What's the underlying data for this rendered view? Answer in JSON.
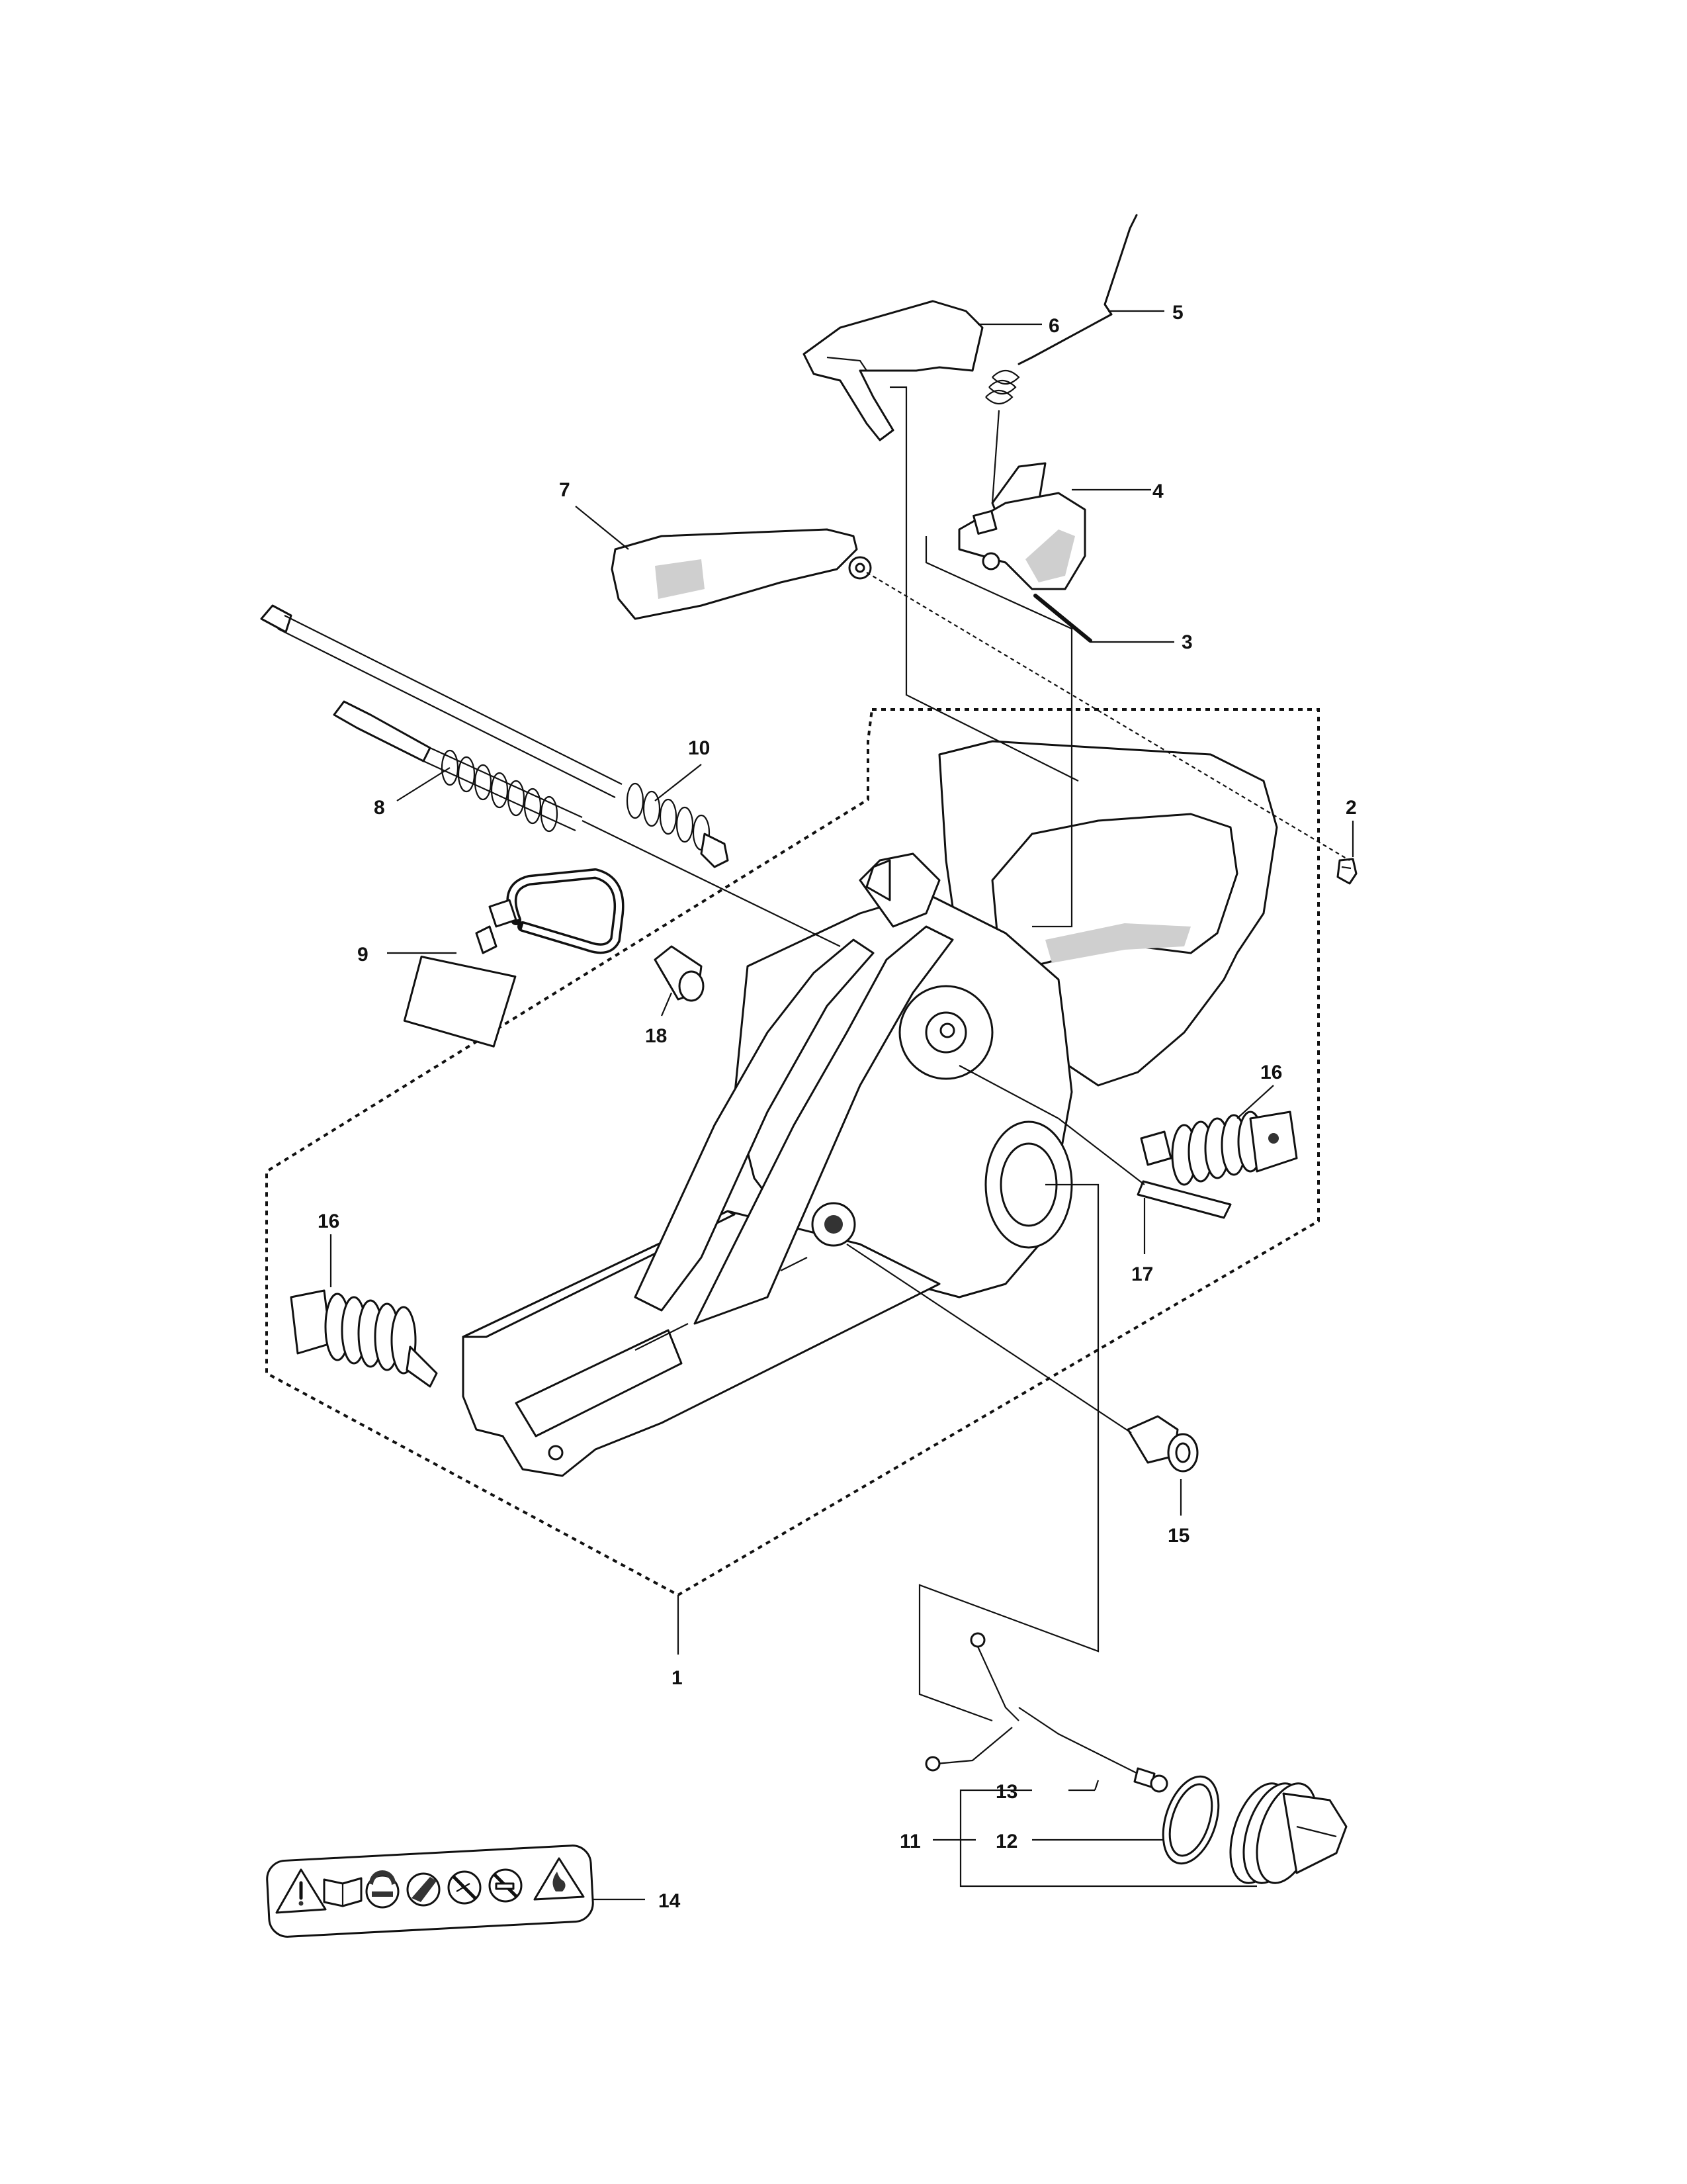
{
  "part_labels": {
    "p1": "1",
    "p2": "2",
    "p3": "3",
    "p4": "4",
    "p5": "5",
    "p6": "6",
    "p7": "7",
    "p8": "8",
    "p9": "9",
    "p10": "10",
    "p11": "11",
    "p12": "12",
    "p13": "13",
    "p14": "14",
    "p15": "15",
    "p16a": "16",
    "p16b": "16",
    "p17": "17",
    "p18": "18"
  },
  "warning_decal": {
    "icons": [
      "warning-triangle-icon",
      "manual-book-icon",
      "ear-eye-protection-icon",
      "kickback-icon",
      "no-one-hand-icon",
      "no-smoking-icon",
      "fire-warning-icon"
    ]
  },
  "colors": {
    "line": "#111111",
    "background": "#ffffff"
  }
}
